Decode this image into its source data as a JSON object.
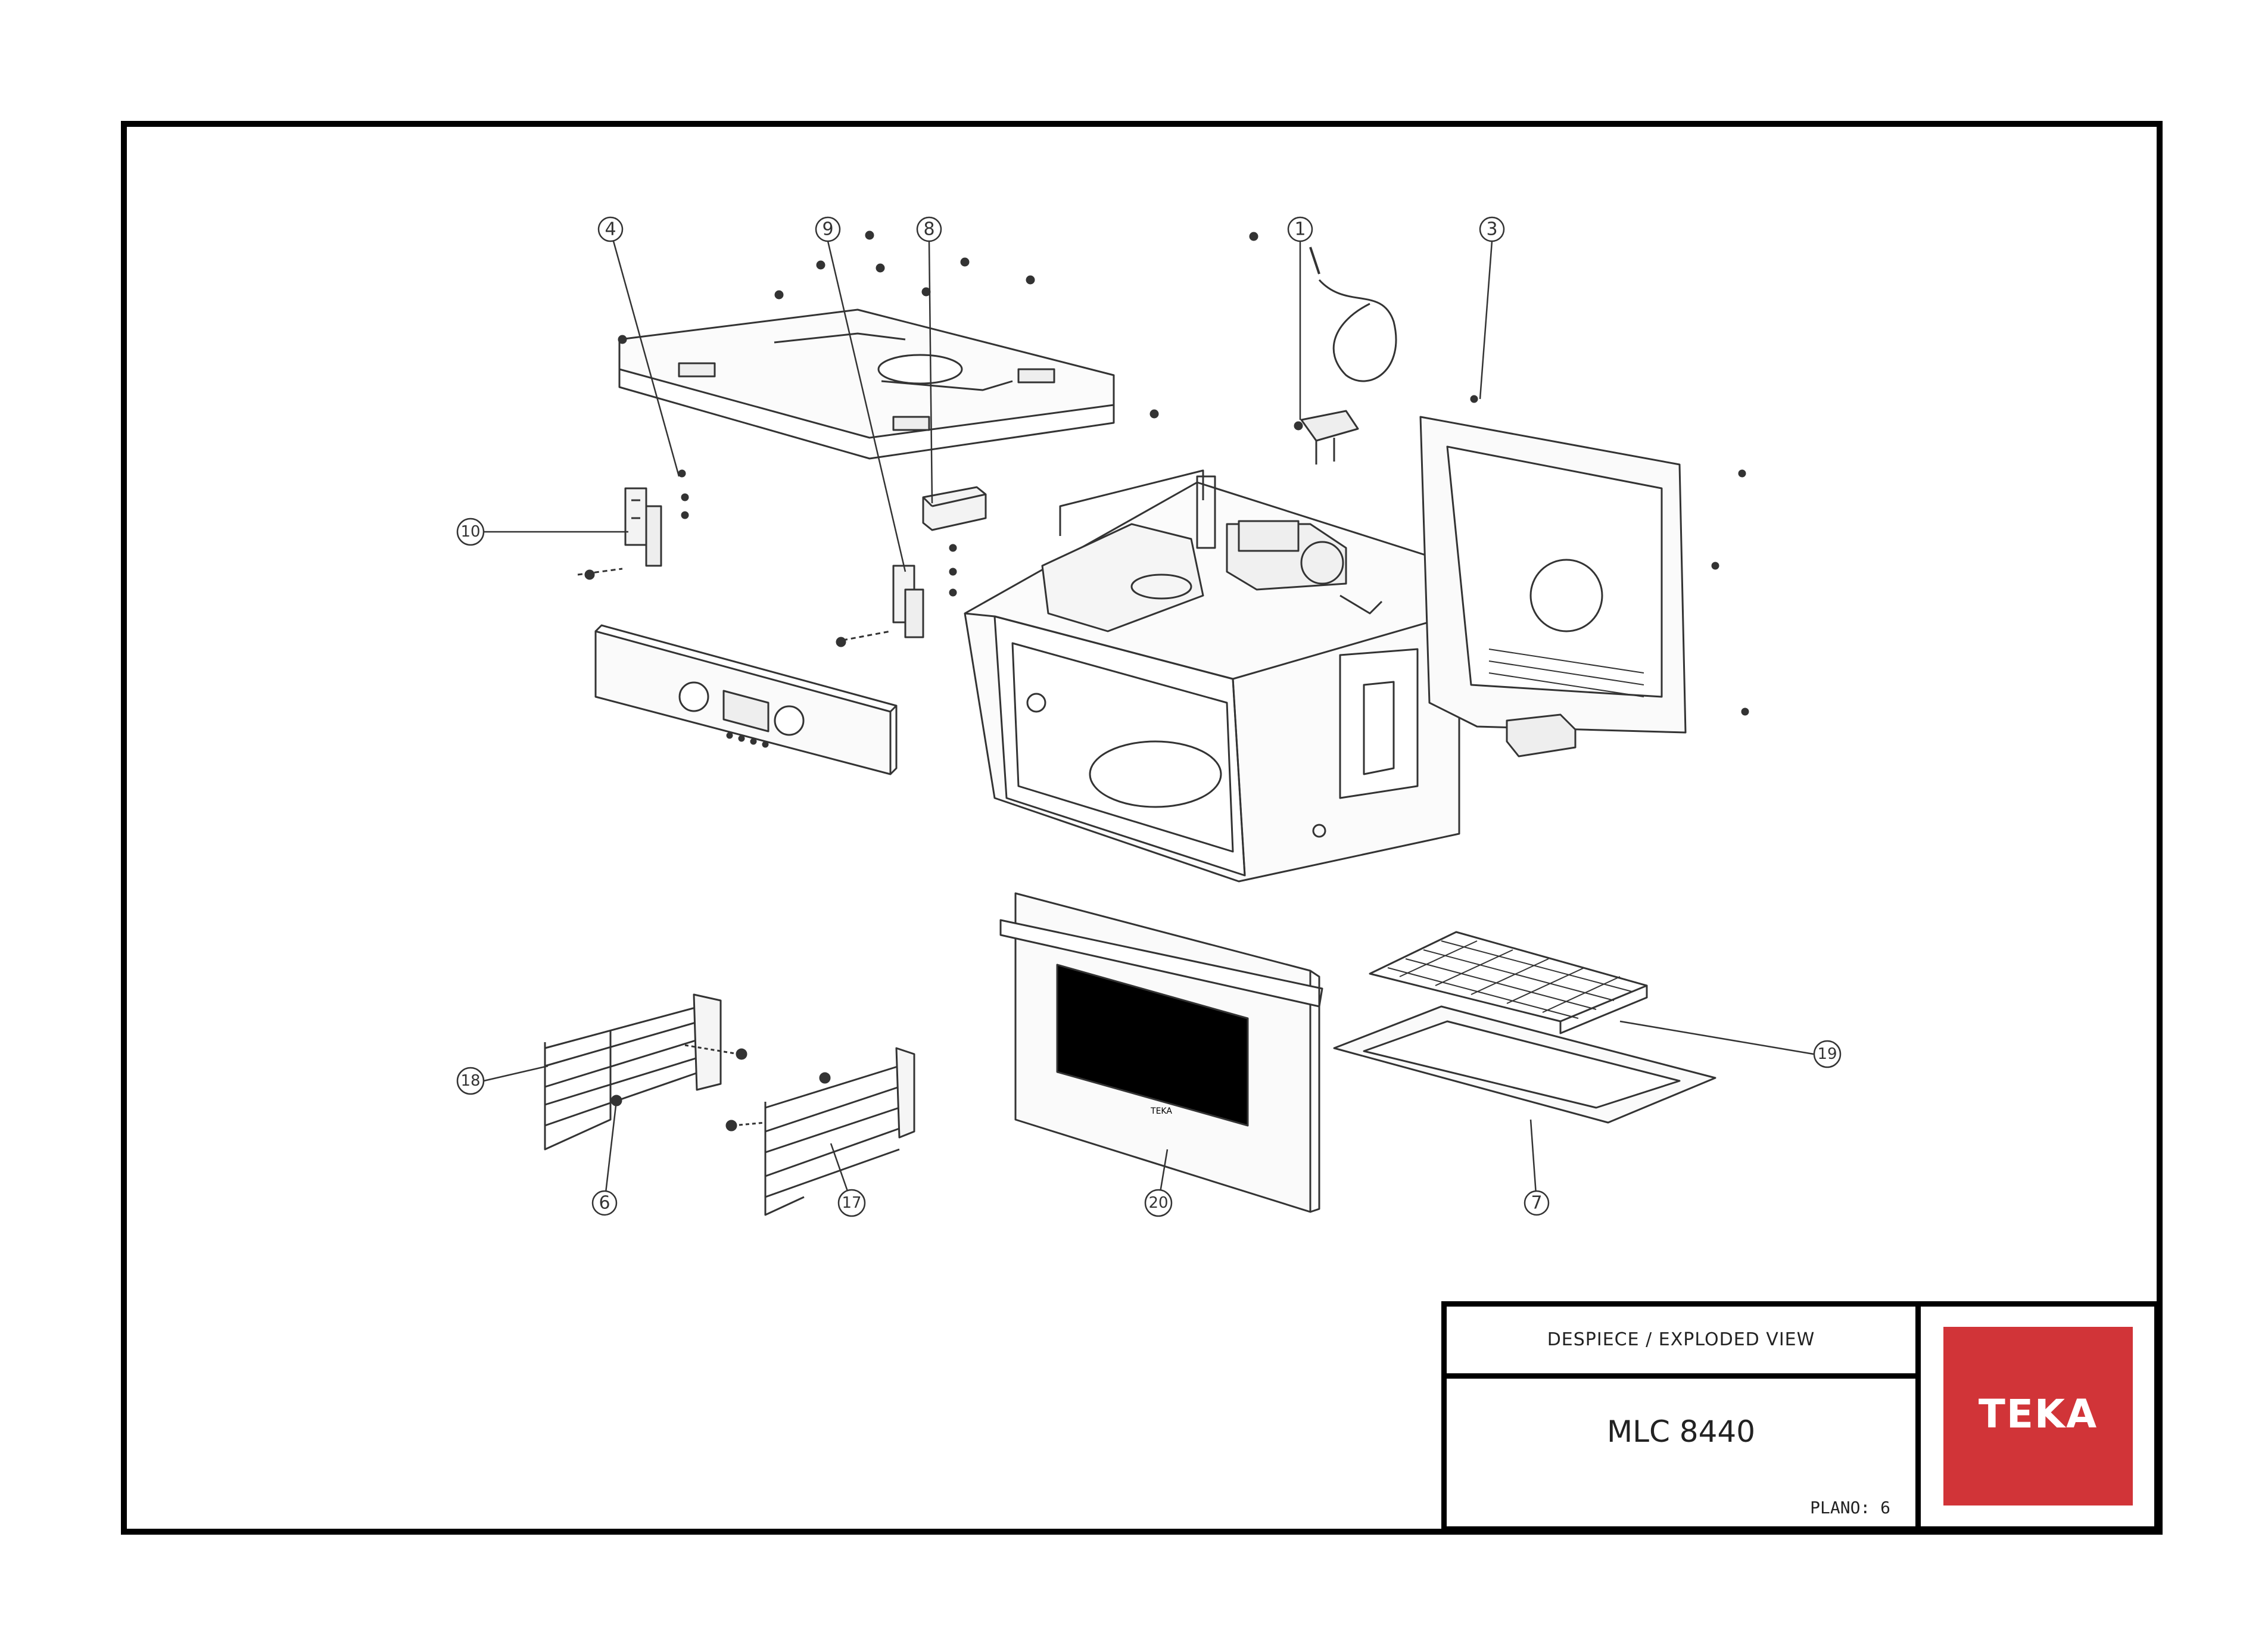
{
  "title_block": {
    "heading": "DESPIECE / EXPLODED VIEW",
    "model": "MLC 8440",
    "sheet": "PLANO: 6",
    "brand": "TEKA",
    "brand_color": "#d13438"
  },
  "callouts": {
    "c1": "1",
    "c3": "3",
    "c4": "4",
    "c6": "6",
    "c7": "7",
    "c8": "8",
    "c9": "9",
    "c10": "10",
    "c17": "17",
    "c18": "18",
    "c19": "19",
    "c20": "20"
  },
  "door_logo": "TEKA"
}
